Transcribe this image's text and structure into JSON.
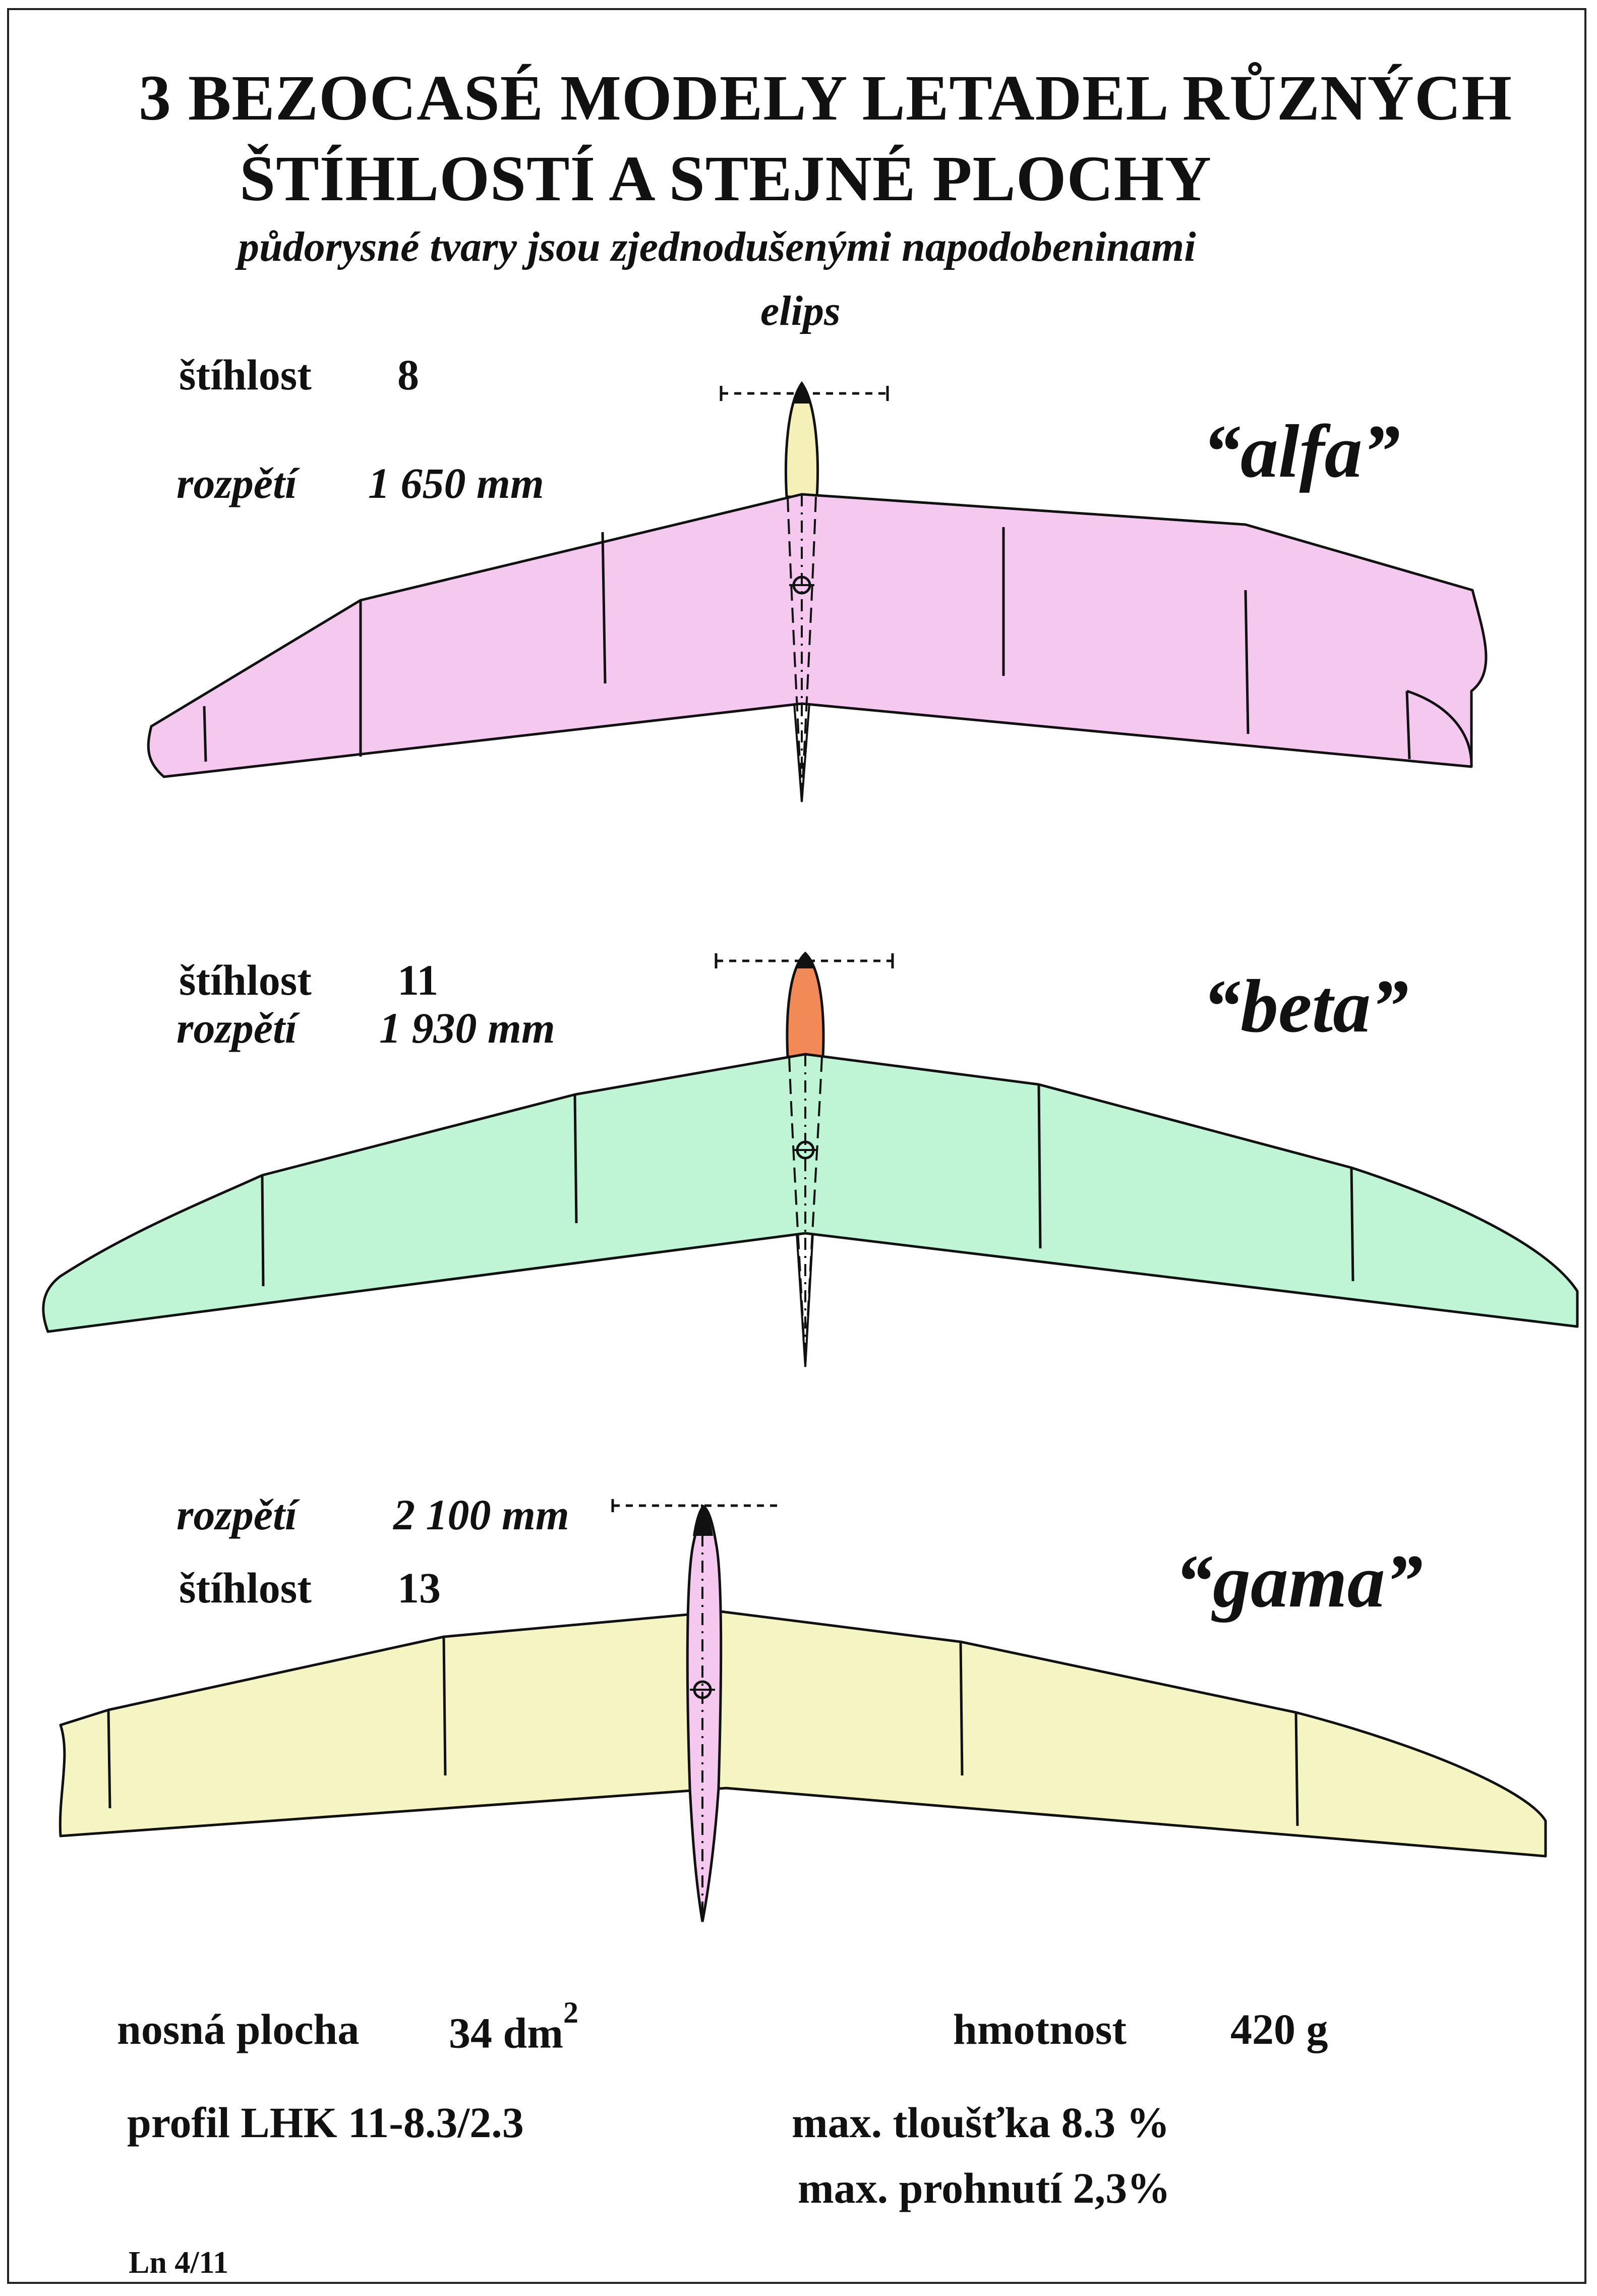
{
  "title": {
    "line1": "3 BEZOCASÉ MODELY LETADEL RŮZNÝCH",
    "line2": "ŠTÍHLOSTÍ  A  STEJNÉ  PLOCHY"
  },
  "subtitle": {
    "line1": "půdorysné tvary jsou zjednodušenými napodobeninami",
    "line2": "elips"
  },
  "models": [
    {
      "name": "“alfa”",
      "slenderness_label": "štíhlost",
      "slenderness": "8",
      "span_label": "rozpětí",
      "span": "1 650 mm",
      "wing_color": "#f5c8f0",
      "canopy_color": "#f5f0b8"
    },
    {
      "name": "“beta”",
      "slenderness_label": "štíhlost",
      "slenderness": "11",
      "span_label": "rozpětí",
      "span": "1 930 mm",
      "wing_color": "#bff5d4",
      "canopy_color": "#f28a57"
    },
    {
      "name": "“gama”",
      "slenderness_label": "štíhlost",
      "slenderness": "13",
      "span_label": "rozpětí",
      "span": "2 100 mm",
      "wing_color": "#f5f5c4",
      "canopy_color": "#f5c8f0"
    }
  ],
  "footer": {
    "wing_area_label": "nosná plocha",
    "wing_area_value": "34 dm",
    "wing_area_exp": "2",
    "mass_label": "hmotnost",
    "mass_value": "420 g",
    "profile": "profil  LHK  11-8.3/2.3",
    "max_thickness": "max. tloušťka 8.3 %",
    "max_camber": "max. prohnutí  2,3%",
    "drawing_id": "Ln 4/11"
  }
}
